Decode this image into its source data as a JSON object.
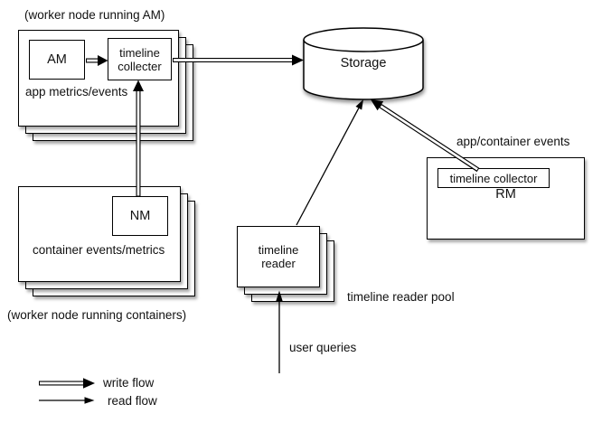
{
  "worker_am": {
    "caption": "(worker node running AM)",
    "am": "AM",
    "collector_line1": "timeline",
    "collector_line2": "collecter",
    "label": "app metrics/events"
  },
  "storage": {
    "label": "Storage"
  },
  "rm": {
    "events_label": "app/container events",
    "collector": "timeline collector",
    "label": "RM"
  },
  "worker_nm": {
    "nm": "NM",
    "label": "container events/metrics",
    "caption": "(worker node running containers)"
  },
  "reader_pool": {
    "reader_line1": "timeline",
    "reader_line2": "reader",
    "pool_label": "timeline reader pool",
    "queries_label": "user queries"
  },
  "legend": {
    "write": "write flow",
    "read": "read flow"
  },
  "colors": {
    "line": "#000000",
    "text": "#111111",
    "background": "#ffffff"
  }
}
